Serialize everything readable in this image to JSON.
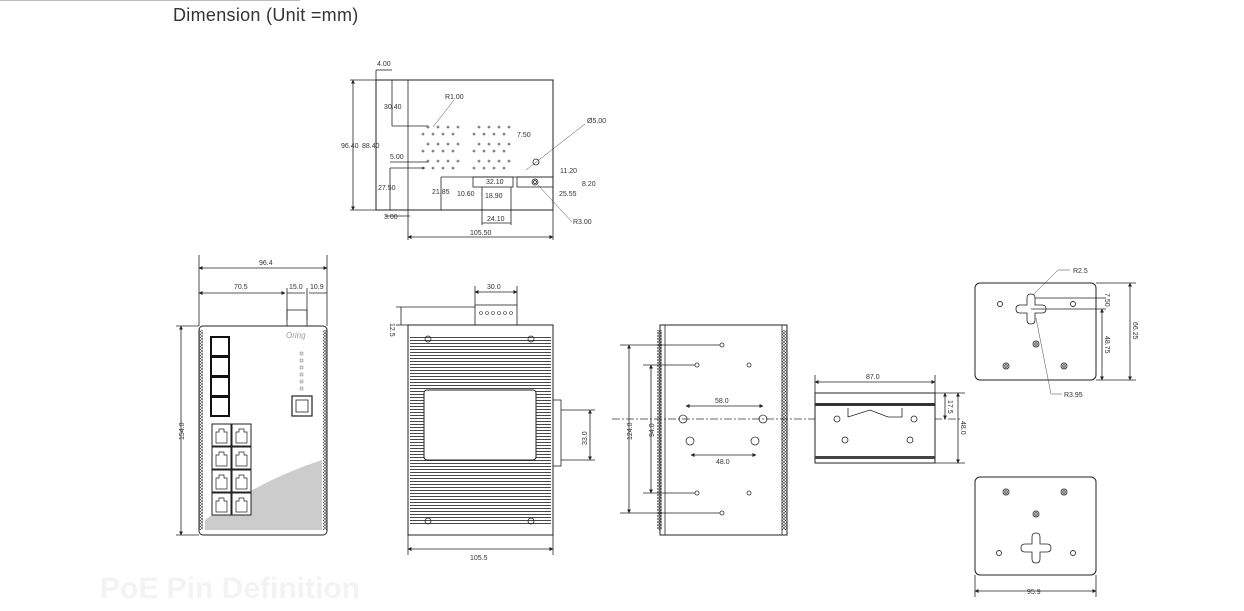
{
  "header": {
    "title": "Dimension (Unit =mm)"
  },
  "footer": {
    "next_section": "PoE Pin Definition"
  },
  "top_view": {
    "dims": [
      "4.00",
      "30.40",
      "R1.00",
      "7.50",
      "Ø5.00",
      "96.40",
      "88.40",
      "5.00",
      "11.20",
      "8.20",
      "27.50",
      "21.85",
      "10.60",
      "32.10",
      "18.90",
      "25.55",
      "3.00",
      "24.10",
      "R3.00",
      "105.50"
    ]
  },
  "front_view": {
    "dims": [
      "96.4",
      "70.5",
      "15.0",
      "10.9",
      "154.0"
    ],
    "brand": "Oring"
  },
  "side_view": {
    "dims": [
      "30.0",
      "12.5",
      "33.0",
      "105.5"
    ]
  },
  "din_back_view": {
    "dims": [
      "124.0",
      "94.0",
      "58.0",
      "48.0"
    ]
  },
  "din_rail": {
    "dims": [
      "87.0",
      "17.5",
      "48.0"
    ]
  },
  "wall_plate": {
    "dims": [
      "R2.5",
      "7.50",
      "48.75",
      "66.25",
      "R3.95",
      "95.9"
    ]
  }
}
